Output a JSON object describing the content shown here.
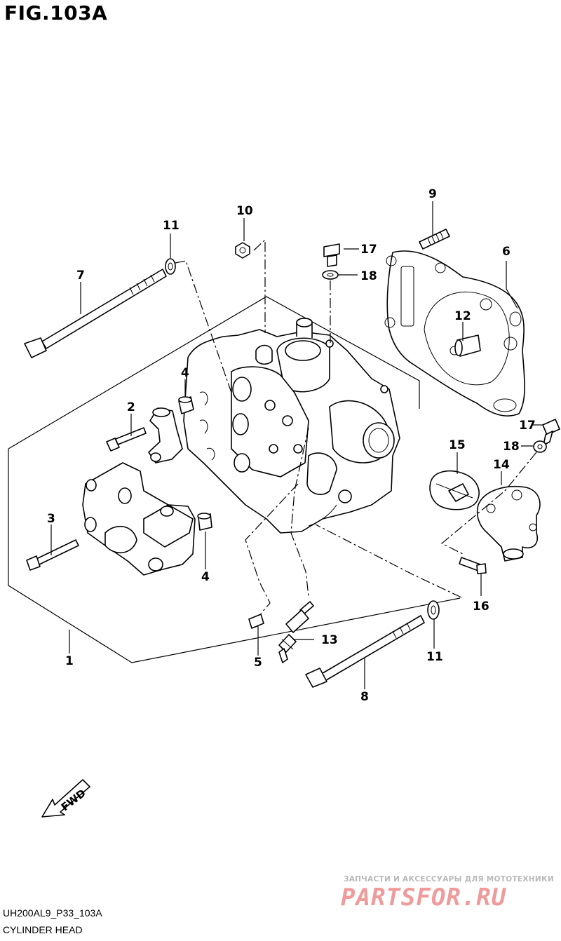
{
  "figure": {
    "title": "FIG.103A"
  },
  "callouts": [
    {
      "id": "c1",
      "text": "1"
    },
    {
      "id": "c2",
      "text": "2"
    },
    {
      "id": "c3",
      "text": "3"
    },
    {
      "id": "c4a",
      "text": "4"
    },
    {
      "id": "c4b",
      "text": "4"
    },
    {
      "id": "c5",
      "text": "5"
    },
    {
      "id": "c6",
      "text": "6"
    },
    {
      "id": "c7",
      "text": "7"
    },
    {
      "id": "c8",
      "text": "8"
    },
    {
      "id": "c9",
      "text": "9"
    },
    {
      "id": "c10",
      "text": "10"
    },
    {
      "id": "c11a",
      "text": "11"
    },
    {
      "id": "c11b",
      "text": "11"
    },
    {
      "id": "c12",
      "text": "12"
    },
    {
      "id": "c13",
      "text": "13"
    },
    {
      "id": "c14",
      "text": "14"
    },
    {
      "id": "c15",
      "text": "15"
    },
    {
      "id": "c16",
      "text": "16"
    },
    {
      "id": "c17a",
      "text": "17"
    },
    {
      "id": "c17b",
      "text": "17"
    },
    {
      "id": "c18a",
      "text": "18"
    },
    {
      "id": "c18b",
      "text": "18"
    }
  ],
  "fwd_arrow": {
    "text": "FWD"
  },
  "footer": {
    "code": "UH200AL9_P33_103A",
    "name": "CYLINDER HEAD"
  },
  "watermark": {
    "tagline": "ЗАПЧАСТИ И АКСЕССУАРЫ ДЛЯ МОТОТЕХНИКИ",
    "site": "PARTSFOR.RU"
  }
}
